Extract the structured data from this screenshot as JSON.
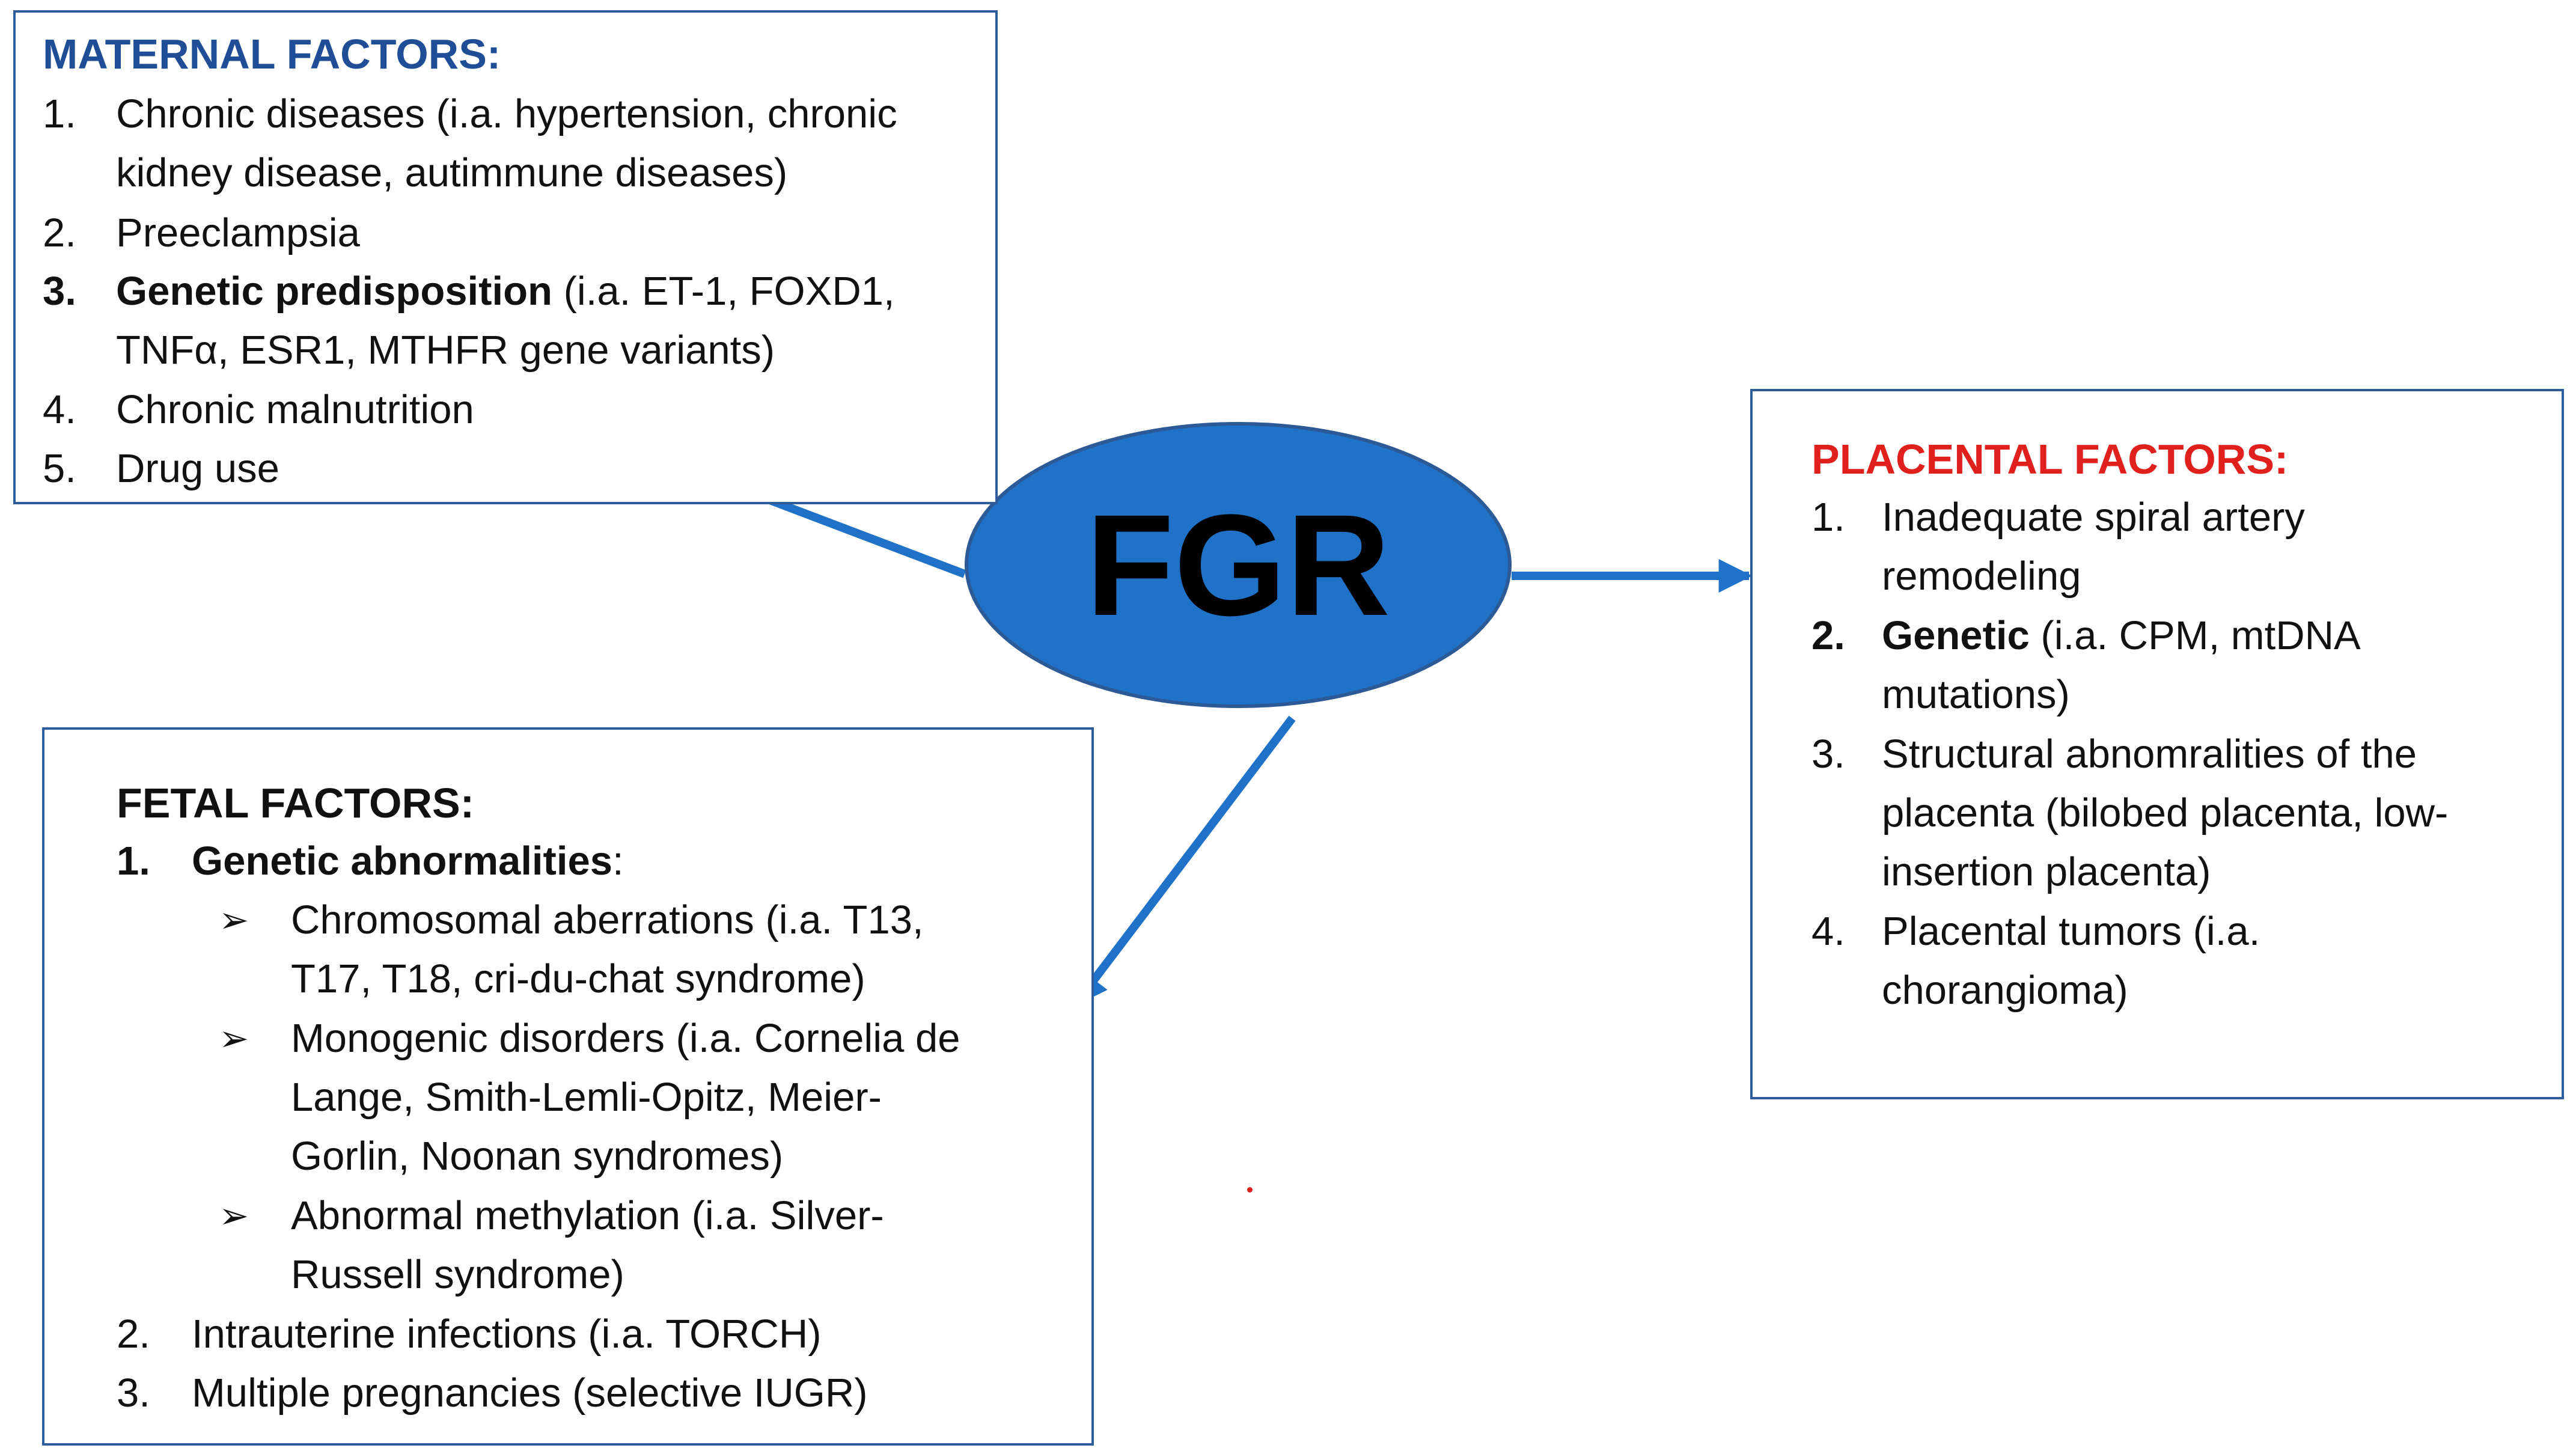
{
  "colors": {
    "box_border": "#2e5c9a",
    "ellipse_fill": "#1f72c8",
    "ellipse_stroke": "#2b5a96",
    "arrow": "#1f72c8",
    "maternal_heading": "#1f4e96",
    "placental_heading": "#e0201d",
    "fetal_heading": "#111111"
  },
  "center": {
    "label": "FGR"
  },
  "maternal": {
    "heading": "MATERNAL FACTORS:",
    "items": [
      {
        "num": "1.",
        "line1": "Chronic diseases (i.a. hypertension, chronic",
        "line2": "kidney disease, autimmune diseases)"
      },
      {
        "num": "2.",
        "line1": "Preeclampsia"
      },
      {
        "num": "3.",
        "bold": "Genetic predisposition",
        "line1": " (i.a. ET-1, FOXD1,",
        "line2": "TNFα, ESR1, MTHFR  gene variants)"
      },
      {
        "num": "4.",
        "line1": "Chronic malnutrition"
      },
      {
        "num": "5.",
        "line1": "Drug use"
      }
    ]
  },
  "placental": {
    "heading": "PLACENTAL FACTORS:",
    "items": [
      {
        "num": "1.",
        "line1": "Inadequate spiral artery",
        "line2": "remodeling"
      },
      {
        "num": "2.",
        "bold": "Genetic",
        "line1": " (i.a. CPM,  mtDNA",
        "line2": "mutations)"
      },
      {
        "num": "3.",
        "line1": "Structural abnomralities of the",
        "line2": "placenta (bilobed placenta, low-",
        "line3": "insertion placenta)"
      },
      {
        "num": "4.",
        "line1": "Placental tumors (i.a.",
        "line2": "chorangioma)"
      }
    ]
  },
  "fetal": {
    "heading": "FETAL FACTORS:",
    "item1": {
      "num": "1.",
      "bold": "Genetic abnormalities",
      "rest": ":"
    },
    "bullet_glyph": "➢",
    "bullets": [
      {
        "line1": "Chromosomal aberrations (i.a. T13,",
        "line2": "T17, T18,  cri-du-chat syndrome)"
      },
      {
        "line1": "Monogenic disorders (i.a. Cornelia de",
        "line2": "Lange, Smith-Lemli-Opitz, Meier-",
        "line3": "Gorlin, Noonan syndromes)"
      },
      {
        "line1": "Abnormal methylation (i.a. Silver-",
        "line2": "Russell syndrome)"
      }
    ],
    "items": [
      {
        "num": "2.",
        "line1": "Intrauterine infections (i.a. TORCH)"
      },
      {
        "num": "3.",
        "line1": "Multiple pregnancies (selective IUGR)"
      }
    ]
  }
}
